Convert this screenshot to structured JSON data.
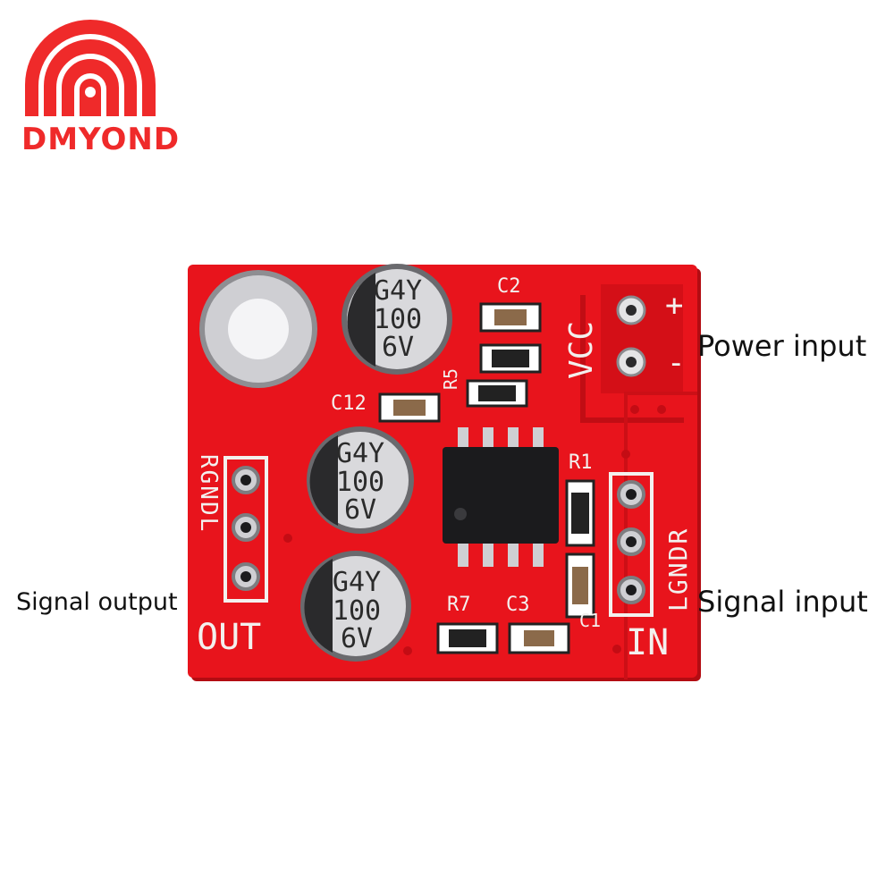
{
  "brand": {
    "name": "DMYOND",
    "color": "#ef2a2a"
  },
  "callouts": {
    "power_input": "Power input",
    "signal_input": "Signal input",
    "signal_output": "Signal output"
  },
  "board": {
    "color": "#e8141c",
    "vcc_label": "VCC",
    "plus": "+",
    "minus": "-",
    "in_label": "IN",
    "out_label": "OUT",
    "in_pins": "LGNDR",
    "out_pins": "RGNDL",
    "components": {
      "c2": "C2",
      "c12": "C12",
      "r5": "R5",
      "r1": "R1",
      "r7": "R7",
      "c3": "C3",
      "c1": "C1"
    },
    "capacitor_marking": {
      "line1": "G4Y",
      "line2": "100",
      "line3": "6V"
    }
  }
}
